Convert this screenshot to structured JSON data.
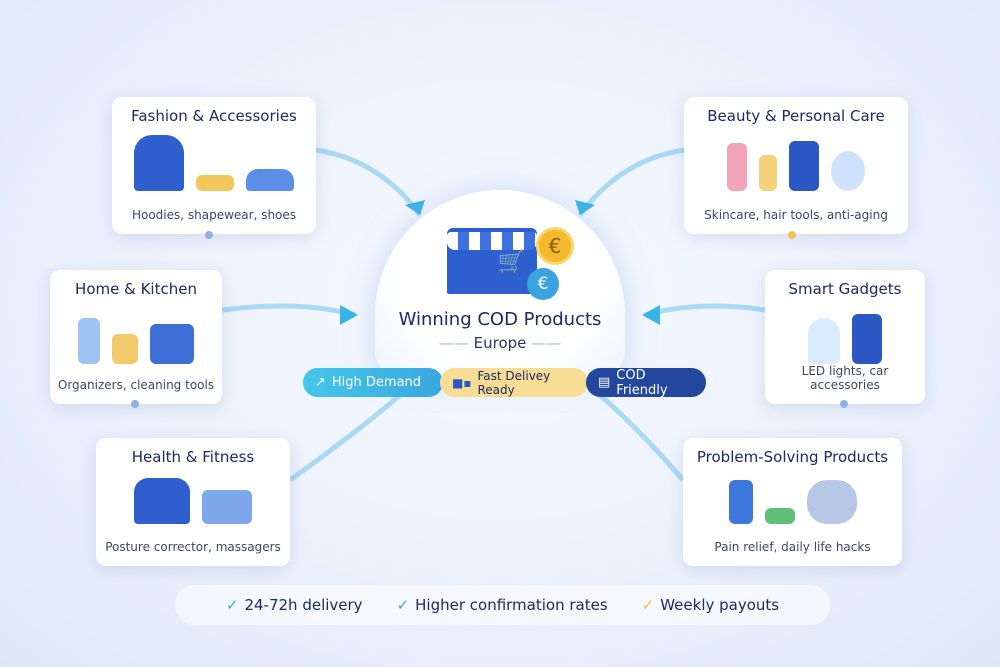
{
  "center": {
    "title": "Winning COD Products",
    "subtitle": "Europe"
  },
  "badges": [
    {
      "label": "High Demand",
      "icon": "trend-up-icon",
      "color": "#3bb6e2"
    },
    {
      "label": "Fast Delivey Ready",
      "icon": "truck-icon",
      "color": "#f6d98a"
    },
    {
      "label": "COD Friendly",
      "icon": "cash-icon",
      "color": "#23479f"
    }
  ],
  "categories": [
    {
      "title": "Fashion & Accessories",
      "desc": "Hoodies, shapewear, shoes"
    },
    {
      "title": "Beauty & Personal Care",
      "desc": "Skincare, hair tools, anti-aging"
    },
    {
      "title": "Home & Kitchen",
      "desc": "Organizers, cleaning tools"
    },
    {
      "title": "Smart Gadgets",
      "desc": "LED lights, car accessories"
    },
    {
      "title": "Health & Fitness",
      "desc": "Posture corrector, massagers"
    },
    {
      "title": "Problem-Solving Products",
      "desc": "Pain relief, daily life hacks"
    }
  ],
  "benefits": [
    {
      "label": "24-72h delivery",
      "color": "#3aa9dc"
    },
    {
      "label": "Higher confirmation rates",
      "color": "#3aa9dc"
    },
    {
      "label": "Weekly payouts",
      "color": "#e8bf4a"
    }
  ],
  "currency_symbol": "€"
}
